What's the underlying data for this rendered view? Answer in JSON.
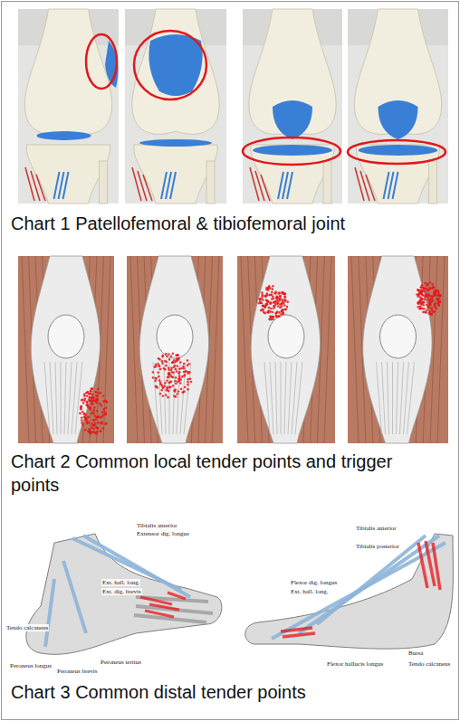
{
  "diagram": {
    "labels": [
      "Chart 1 Patellofemoral & tibiofemoral joint",
      "Chart 2 Common local tender points and trigger points",
      "Chart 3 Common distal tender points",
      "Tibialis anterior",
      "Extensor dig. longus",
      "Ext. hall. long.",
      "Ext. dig. brevis",
      "Tendo calcaneus",
      "Peroneus longus",
      "Peroneus brevis",
      "Peroneus tertius",
      "Tibialis anterior",
      "Tibialis posterior",
      "Flexor dig. longus",
      "Ext. hall. long.",
      "Flexor hallucis longus",
      "Bursa",
      "Tendo calcaneus"
    ]
  }
}
